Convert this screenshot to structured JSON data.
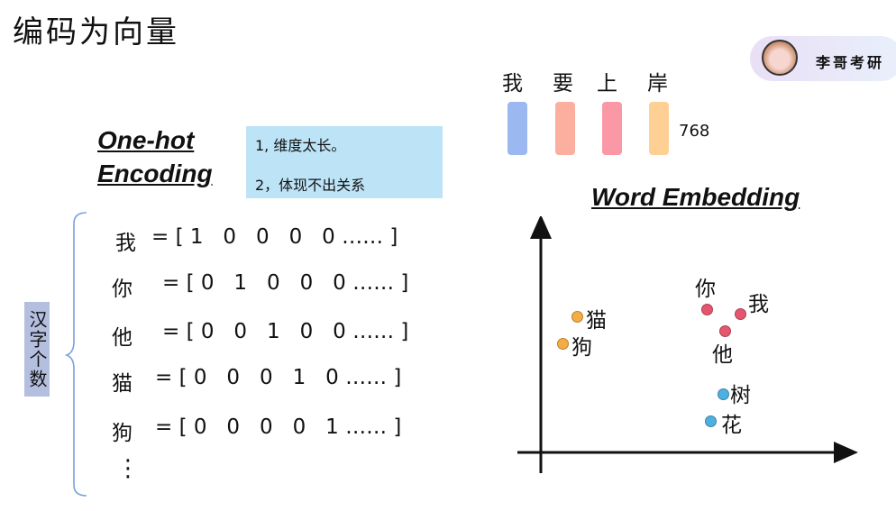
{
  "title": "编码为向量",
  "badge": {
    "name": "李哥考研",
    "avatar_icon": "anime-avatar-icon"
  },
  "tokens": [
    {
      "char": "我",
      "color": "#9db8ec"
    },
    {
      "char": "要",
      "color": "#f6b0a2"
    },
    {
      "char": "上",
      "color": "#f49aa6"
    },
    {
      "char": "岸",
      "color": "#fdd19a"
    }
  ],
  "dimension": "768",
  "onehot": {
    "heading_line1": "One-hot",
    "heading_line2": "Encoding",
    "notes": [
      "1, 维度太长。",
      "2，体现不出关系"
    ],
    "rows": [
      {
        "char": "我",
        "vector": "= [ 1   0   0   0   0 …… ]"
      },
      {
        "char": "你",
        "vector": "= [ 0   1   0   0   0 …… ]"
      },
      {
        "char": "他",
        "vector": "= [ 0   0   1   0   0 …… ]"
      },
      {
        "char": "猫",
        "vector": "= [ 0   0   0   1   0 …… ]"
      },
      {
        "char": "狗",
        "vector": "= [ 0   0   0   0   1 …… ]"
      }
    ],
    "ellipsis": "⋮",
    "count_label": "汉字个数"
  },
  "embedding": {
    "heading": "Word Embedding",
    "points": [
      {
        "label": "猫",
        "color": "#f4ac45"
      },
      {
        "label": "狗",
        "color": "#f4ac45"
      },
      {
        "label": "你",
        "color": "#e4566e"
      },
      {
        "label": "我",
        "color": "#e4566e"
      },
      {
        "label": "他",
        "color": "#e4566e"
      },
      {
        "label": "树",
        "color": "#4fb0e0"
      },
      {
        "label": "花",
        "color": "#4fb0e0"
      }
    ]
  }
}
